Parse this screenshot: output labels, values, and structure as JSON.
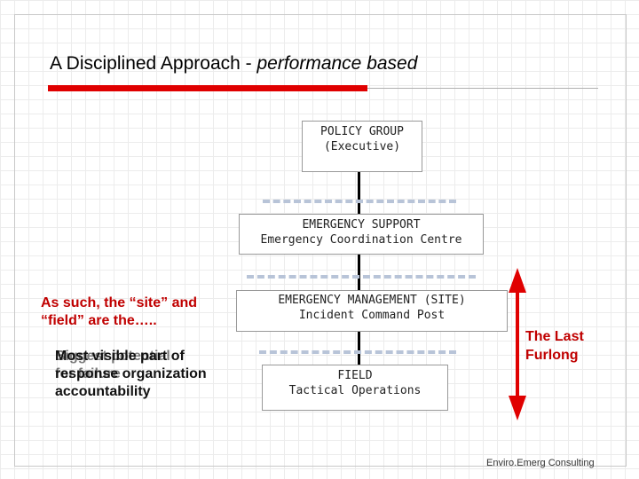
{
  "slide": {
    "title_main": "A Disciplined Approach - ",
    "title_italic": "performance based",
    "colors": {
      "accent": "#e00000",
      "highlight_text": "#c00000"
    }
  },
  "boxes": {
    "policy": {
      "line1": "POLICY GROUP",
      "line2": "(Executive)"
    },
    "support": {
      "line1": "EMERGENCY SUPPORT",
      "line2": "Emergency Coordination Centre"
    },
    "management": {
      "line1": "EMERGENCY MANAGEMENT (SITE)",
      "line2": "Incident Command Post"
    },
    "field": {
      "line1": "FIELD",
      "line2": "Tactical Operations"
    }
  },
  "left_panel": {
    "highlight": "As such, the “site” and “field” are the…..",
    "overlay_line1": "Most visible part of",
    "overlay_line2": "response organization",
    "overlay_line3": "accountability",
    "overlay_ghost1": "Biggest potential",
    "overlay_ghost2": "for failure"
  },
  "right_panel": {
    "last_furlong": "The Last Furlong"
  },
  "footer": {
    "credit": "Enviro.Emerg Consulting"
  }
}
